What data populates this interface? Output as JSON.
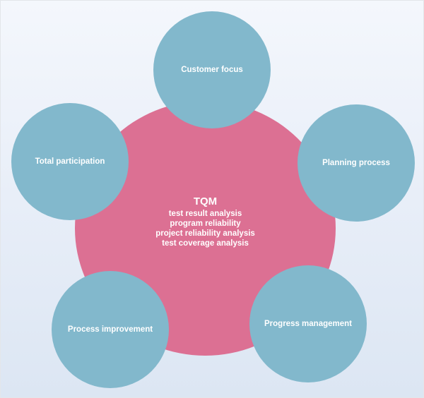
{
  "diagram": {
    "center": {
      "title": "TQM",
      "lines": [
        "test result analysis",
        "program reliability",
        "project reliability analysis",
        "test coverage analysis"
      ]
    },
    "nodes": [
      {
        "label": "Customer focus"
      },
      {
        "label": "Planning process"
      },
      {
        "label": "Progress management"
      },
      {
        "label": "Process improvement"
      },
      {
        "label": "Total participation"
      }
    ],
    "colors": {
      "center": "#dc7093",
      "node": "#82b8cc",
      "text": "#ffffff"
    }
  }
}
